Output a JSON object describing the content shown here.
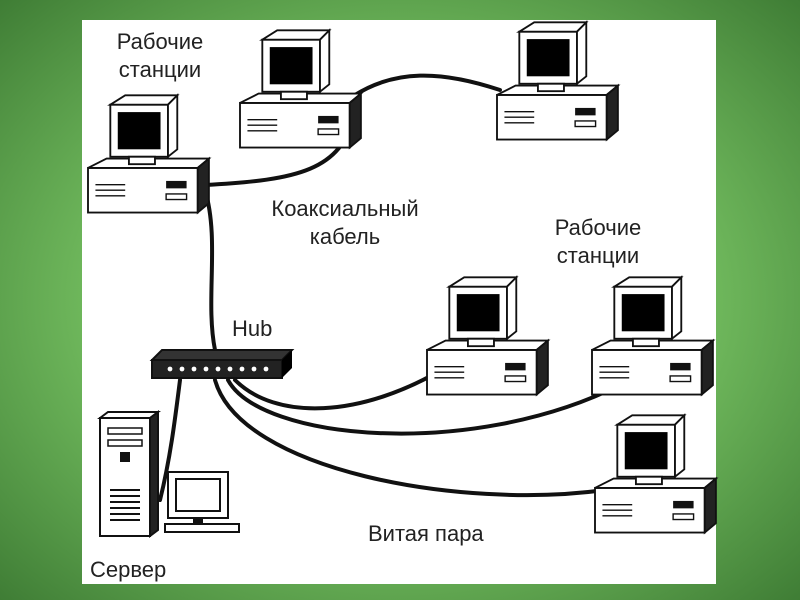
{
  "labels": {
    "workstations_top": "Рабочие\nстанции",
    "coax_cable": "Коаксиальный\nкабель",
    "workstations_right": "Рабочие\nстанции",
    "hub": "Hub",
    "twisted_pair": "Витая пара",
    "server": "Сервер"
  },
  "colors": {
    "background": "#6fb85c",
    "panel": "#ffffff",
    "line": "#111111",
    "screen": "#000000"
  },
  "icons": [
    "workstation-icon",
    "hub-icon",
    "server-tower-icon",
    "monitor-icon",
    "cable-line"
  ]
}
